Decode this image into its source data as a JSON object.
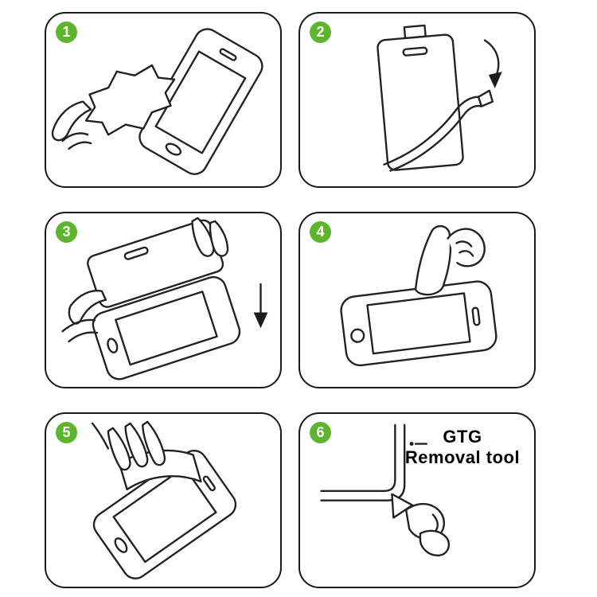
{
  "page": {
    "background": "#ffffff",
    "description": "screen-protector-installation-instructions"
  },
  "colors": {
    "badge_green": "#5cb52c",
    "line_art": "#222222",
    "panel_border": "#1a1a1a"
  },
  "steps": [
    {
      "number": "1",
      "name": "clean-screen-with-cloth"
    },
    {
      "number": "2",
      "name": "peel-protective-film"
    },
    {
      "number": "3",
      "name": "align-and-place-glass"
    },
    {
      "number": "4",
      "name": "press-center-of-screen"
    },
    {
      "number": "5",
      "name": "smooth-out-surface"
    },
    {
      "number": "6",
      "name": "use-removal-tool",
      "label": {
        "line1": "GTG",
        "line2": "Removal tool"
      }
    }
  ]
}
